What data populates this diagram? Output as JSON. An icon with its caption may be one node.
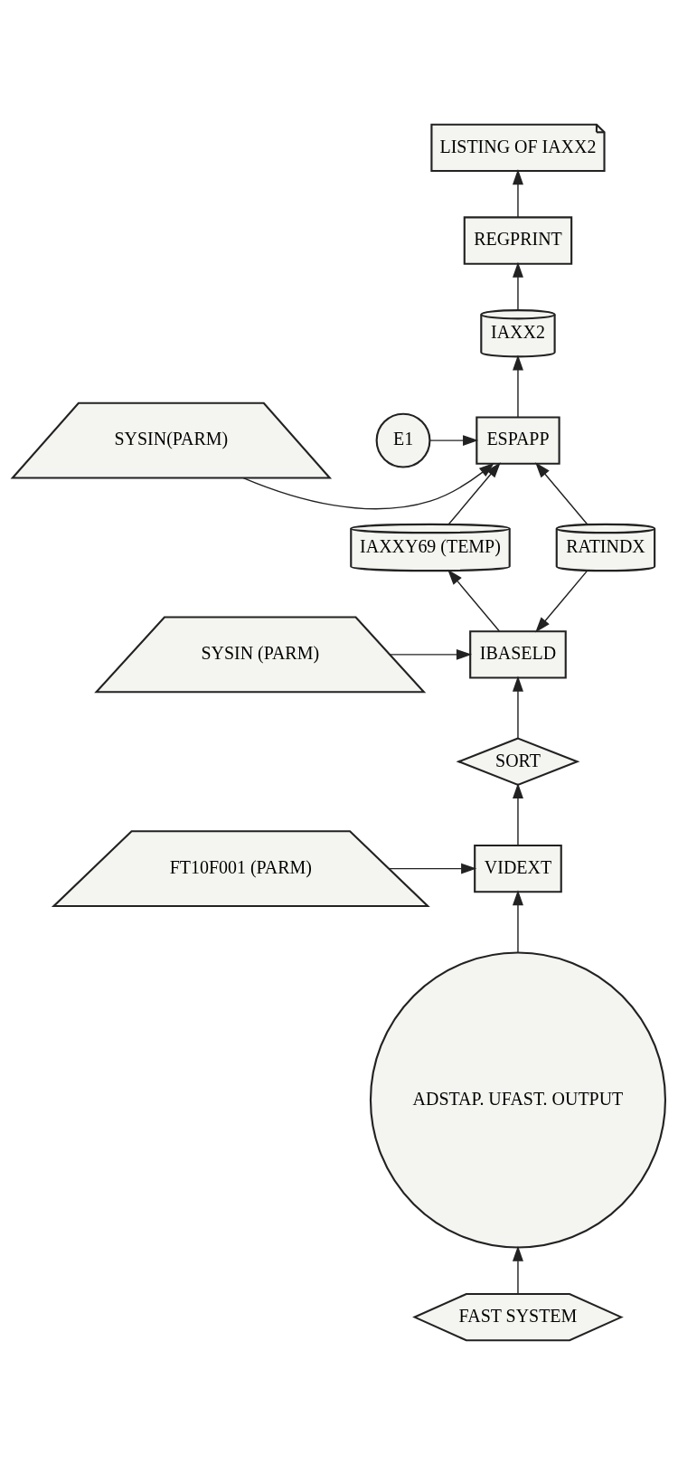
{
  "diagram": {
    "nodes": [
      {
        "text": [
          "FAST SYSTEM"
        ]
      },
      {
        "text": [
          "ADSTAP. UFAST. OUTPUT"
        ]
      },
      {
        "text": [
          "VIDEXT"
        ]
      },
      {
        "text": [
          "FT10F001 (PARM)"
        ]
      },
      {
        "text": [
          "SORT"
        ]
      },
      {
        "text": [
          "SYSIN (PARM)"
        ]
      },
      {
        "text": [
          "IBASELD"
        ]
      },
      {
        "text": [
          "IAXXY69 (TEMP)"
        ]
      },
      {
        "text": [
          "RATINDX"
        ]
      },
      {
        "text": [
          "SYSIN(PARM)"
        ]
      },
      {
        "text": [
          "ESPAPP"
        ]
      },
      {
        "text": [
          "E1"
        ]
      },
      {
        "text": [
          "IAXX2"
        ]
      },
      {
        "text": [
          "REGPRINT"
        ]
      },
      {
        "text": [
          "LISTING OF IAXX2"
        ]
      }
    ],
    "edges": [
      {
        "from": 0,
        "to": 1,
        "arrow": "to"
      },
      {
        "from": 1,
        "to": 2,
        "arrow": "to"
      },
      {
        "from": 3,
        "to": 2,
        "arrow": "to"
      },
      {
        "from": 2,
        "to": 4,
        "arrow": "to"
      },
      {
        "from": 4,
        "to": 6,
        "arrow": "to"
      },
      {
        "from": 5,
        "to": 6,
        "arrow": "to"
      },
      {
        "from": 8,
        "to": 6,
        "arrow": "to"
      },
      {
        "from": 6,
        "to": 7,
        "arrow": "to"
      },
      {
        "from": 7,
        "to": 10,
        "arrow": "to"
      },
      {
        "from": 8,
        "to": 10,
        "arrow": "to"
      },
      {
        "from": 9,
        "to": 10,
        "arrow": "to"
      },
      {
        "from": 11,
        "to": 10,
        "arrow": "to"
      },
      {
        "from": 10,
        "to": 12,
        "arrow": "to"
      },
      {
        "from": 12,
        "to": 13,
        "arrow": "to"
      },
      {
        "from": 13,
        "to": 14,
        "arrow": "to"
      }
    ]
  }
}
